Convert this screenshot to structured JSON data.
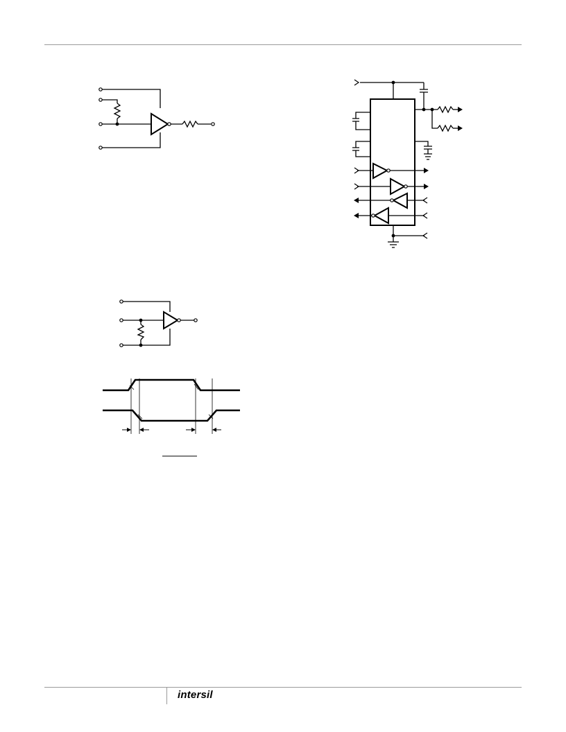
{
  "page": {
    "header_rule": true,
    "footer_rule": true
  },
  "footer": {
    "logo_text": "intersil",
    "logo_icon": "intersil-wordmark"
  },
  "figures": [
    {
      "id": "driver-test-circuit",
      "kind": "schematic",
      "elements": [
        "inverting-buffer",
        "resistor",
        "resistor"
      ]
    },
    {
      "id": "device-test-circuit",
      "kind": "schematic",
      "elements": [
        "ic-package",
        "inverter",
        "inverter",
        "inverter",
        "inverter",
        "capacitor",
        "capacitor",
        "capacitor",
        "capacitor",
        "resistor",
        "resistor",
        "ground",
        "ground"
      ]
    },
    {
      "id": "receiver-test-circuit",
      "kind": "schematic",
      "elements": [
        "inverting-buffer",
        "resistor"
      ]
    },
    {
      "id": "timing-waveform",
      "kind": "waveform",
      "signals": 2
    }
  ]
}
